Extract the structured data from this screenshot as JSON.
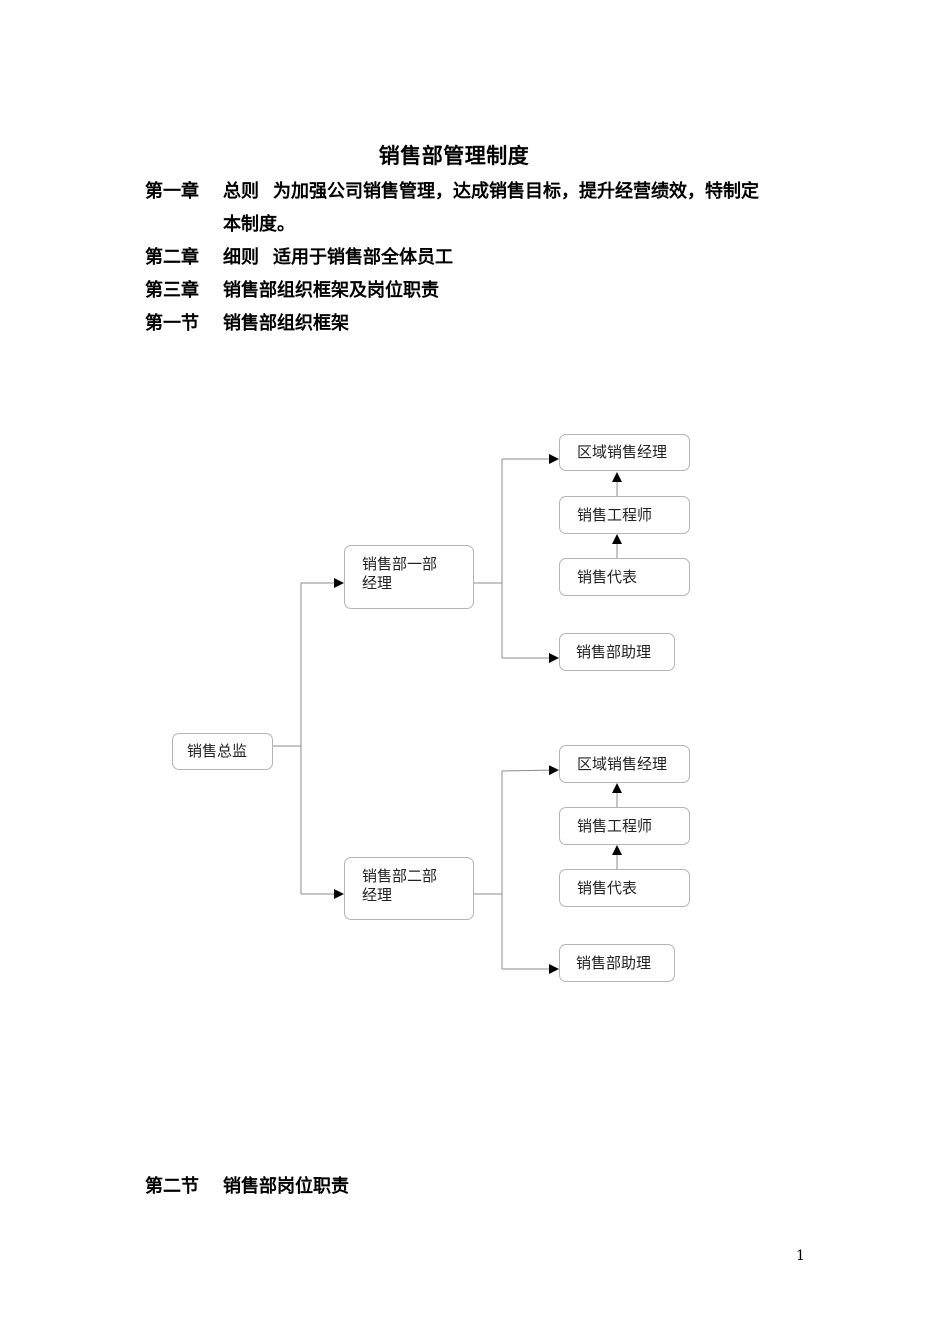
{
  "doc": {
    "title": "销售部管理制度",
    "chapter1": {
      "label": "第一章",
      "sub": "总则",
      "text": "为加强公司销售管理，达成销售目标，提升经营绩效，特制定",
      "cont": "本制度。"
    },
    "chapter2": {
      "label": "第二章",
      "sub": "细则",
      "text": "适用于销售部全体员工"
    },
    "chapter3": {
      "label": "第三章",
      "text": "销售部组织框架及岗位职责"
    },
    "section1": {
      "label": "第一节",
      "text": "销售部组织框架"
    },
    "section2": {
      "label": "第二节",
      "text": "销售部岗位职责"
    },
    "page_number": "1"
  },
  "org_chart": {
    "root": "销售总监",
    "dept1": {
      "manager_line1": "销售部一部",
      "manager_line2": "经理",
      "regional_manager": "区域销售经理",
      "engineer": "销售工程师",
      "representative": "销售代表",
      "assistant": "销售部助理"
    },
    "dept2": {
      "manager_line1": "销售部二部",
      "manager_line2": "经理",
      "regional_manager": "区域销售经理",
      "engineer": "销售工程师",
      "representative": "销售代表",
      "assistant": "销售部助理"
    }
  }
}
